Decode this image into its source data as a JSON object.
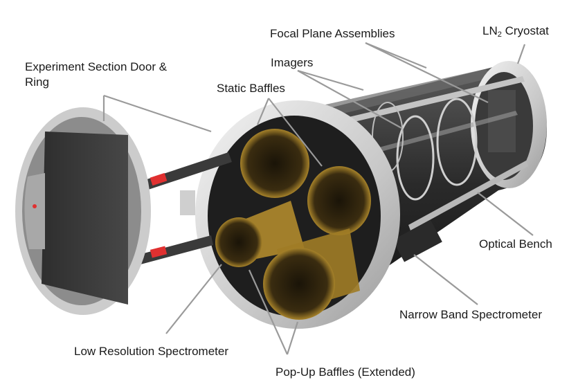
{
  "labels": {
    "experiment_door": "Experiment Section Door & Ring",
    "static_baffles": "Static Baffles",
    "focal_plane": "Focal Plane Assemblies",
    "cryostat_main": "LN",
    "cryostat_sub": "2",
    "cryostat_rest": " Cryostat",
    "imagers": "Imagers",
    "optical_bench": "Optical Bench",
    "narrow_band": "Narrow Band Spectrometer",
    "low_resolution": "Low Resolution Spectrometer",
    "popup_baffles": "Pop-Up Baffles (Extended)"
  },
  "colors": {
    "leader": "#9a9a9a",
    "ring": "#d6d6d6",
    "body": "#2b2b2b",
    "door_face": "#3c3c3c",
    "baffle_gold": "#c9a23a",
    "bench": "#c0c0c0",
    "red_marker": "#e03030"
  }
}
